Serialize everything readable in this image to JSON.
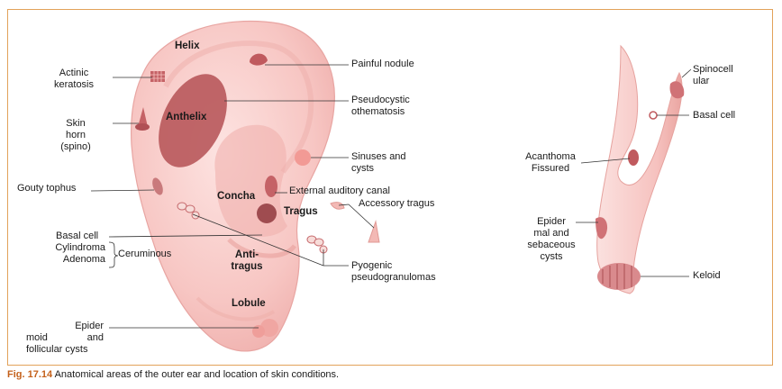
{
  "regions": {
    "helix": "Helix",
    "anthelix": "Anthelix",
    "concha": "Concha",
    "tragus": "Tragus",
    "antitragus_1": "Anti-",
    "antitragus_2": "tragus",
    "lobule": "Lobule"
  },
  "labels_left": {
    "actinic_1": "Actinic",
    "actinic_2": "keratosis",
    "skin_horn_1": "Skin",
    "skin_horn_2": "horn",
    "skin_horn_3": "(spino)",
    "gouty": "Gouty tophus",
    "basal": "Basal cell",
    "cylindroma": "Cylindroma",
    "adenoma": "Adenoma",
    "ceruminous": "Ceruminous",
    "epider_1": "Epider",
    "epider_2a": "moid",
    "epider_2b": "and",
    "epider_3": "follicular cysts"
  },
  "labels_right": {
    "painful": "Painful nodule",
    "pseudo_1": "Pseudocystic",
    "pseudo_2": "othematosis",
    "sinuses_1": "Sinuses and",
    "sinuses_2": "cysts",
    "ext_canal": "External auditory canal",
    "accessory": "Accessory tragus",
    "pyogenic_1": "Pyogenic",
    "pyogenic_2": "pseudogranulomas"
  },
  "labels_side": {
    "acanthoma_1": "Acanthoma",
    "acanthoma_2": "Fissured",
    "epider_1": "Epider",
    "epider_2": "mal and",
    "epider_3": "sebaceous",
    "epider_4": "cysts",
    "spino_1": "Spinocell",
    "spino_2": "ular",
    "basal": "Basal cell",
    "keloid": "Keloid"
  },
  "caption": {
    "fig": "Fig. 17.14",
    "text": " Anatomical areas of the outer ear and location of skin conditions."
  },
  "colors": {
    "frame": "#e2a25a",
    "skin": "#f6c2bf",
    "skin_dark": "#e79c98",
    "lesion": "#b8585b",
    "caption_accent": "#c4611b"
  }
}
